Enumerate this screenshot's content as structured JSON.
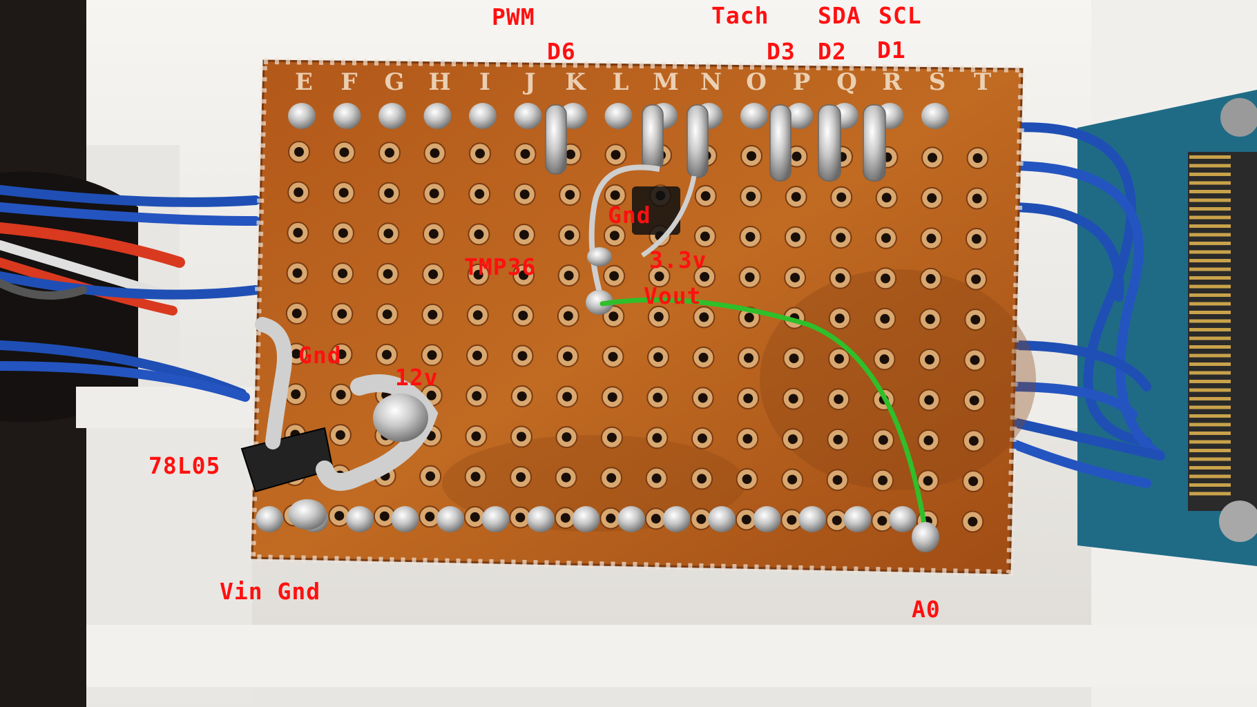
{
  "photo": {
    "colors": {
      "background": "#1a1614",
      "enclosure": "#f0eeea",
      "board": "#b8621c",
      "board_dark": "#8a4414",
      "solder": "#c8c8c8",
      "blue_wire": "#1f4fb5",
      "red_wire": "#d9391f",
      "green_wire": "#2fbf2a",
      "lcd_board": "#1f6b86",
      "label_red": "#ff1010"
    },
    "column_letters": [
      "E",
      "F",
      "G",
      "H",
      "I",
      "J",
      "K",
      "L",
      "M",
      "N",
      "O",
      "P",
      "Q",
      "R",
      "S",
      "T"
    ],
    "labels": {
      "pwm": "PWM",
      "d6": "D6",
      "tach": "Tach",
      "sda": "SDA",
      "scl": "SCL",
      "d3": "D3",
      "d2": "D2",
      "d1": "D1",
      "gnd_top": "Gnd",
      "tmp36": "TMP36",
      "v33": "3.3v",
      "vout": "Vout",
      "gnd_left": "Gnd",
      "v12": "12v",
      "reg": "78L05",
      "vin_gnd": "Vin Gnd",
      "a0": "A0"
    }
  }
}
